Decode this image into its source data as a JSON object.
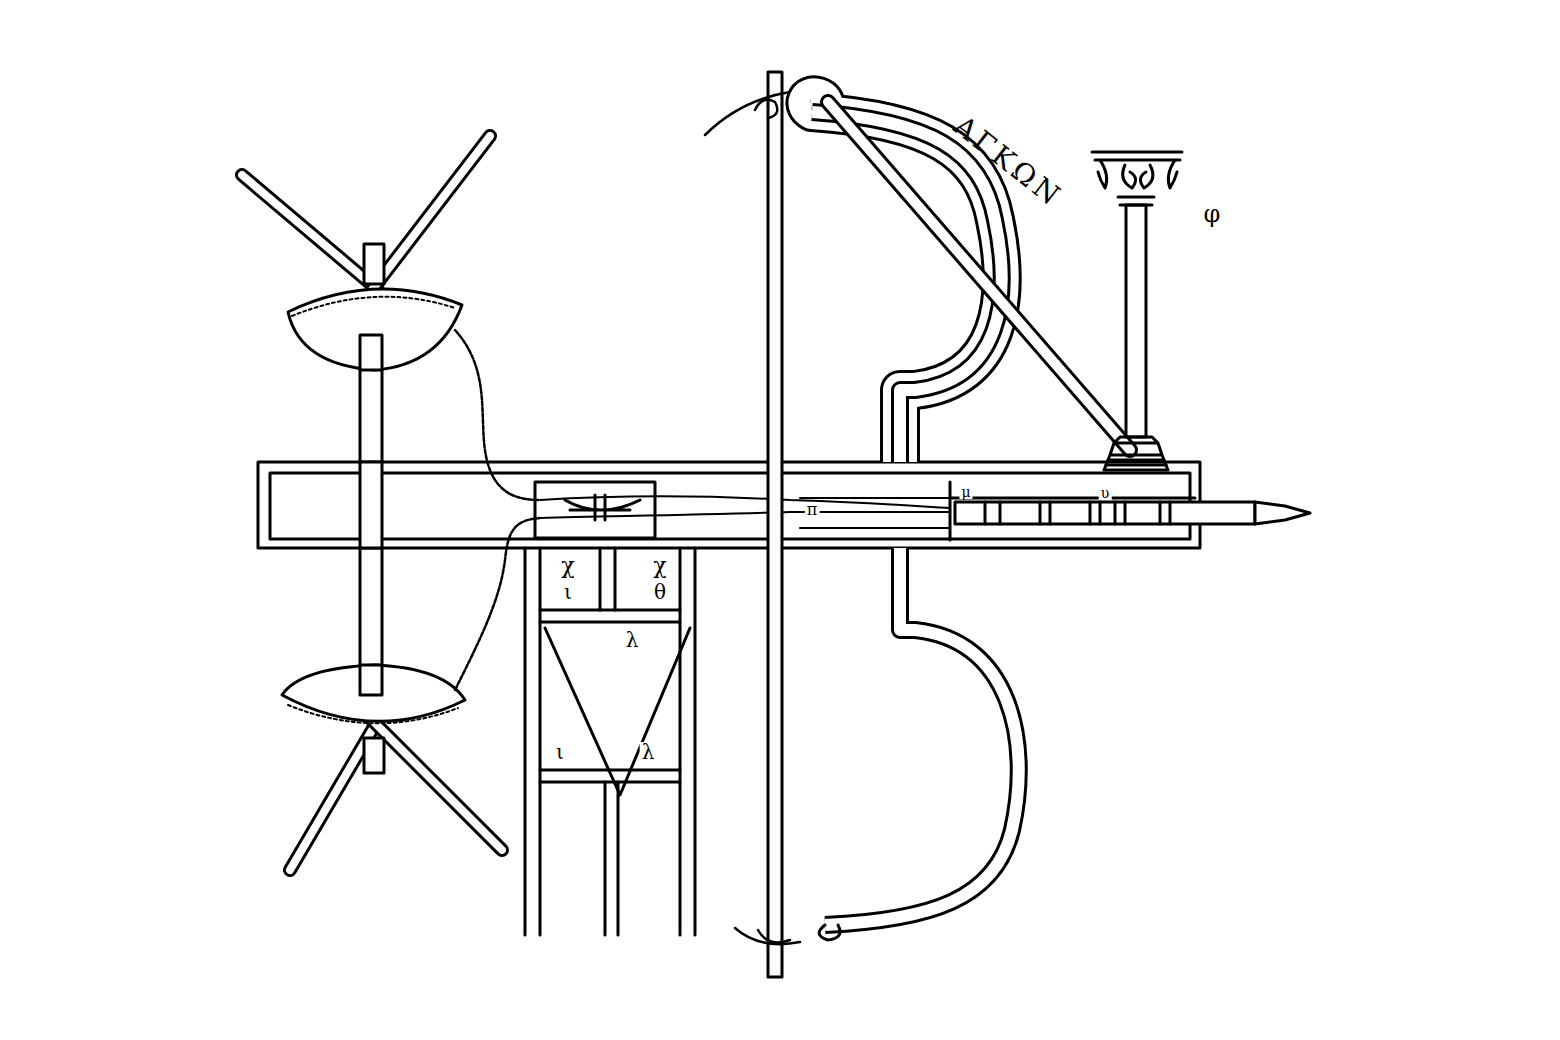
{
  "diagram": {
    "labels": [
      "ΑΓΚΩΝ",
      "φ",
      "χ",
      "ι",
      "χ",
      "θ",
      "λ",
      "ι",
      "λ",
      "π",
      "μ",
      "υ"
    ]
  }
}
